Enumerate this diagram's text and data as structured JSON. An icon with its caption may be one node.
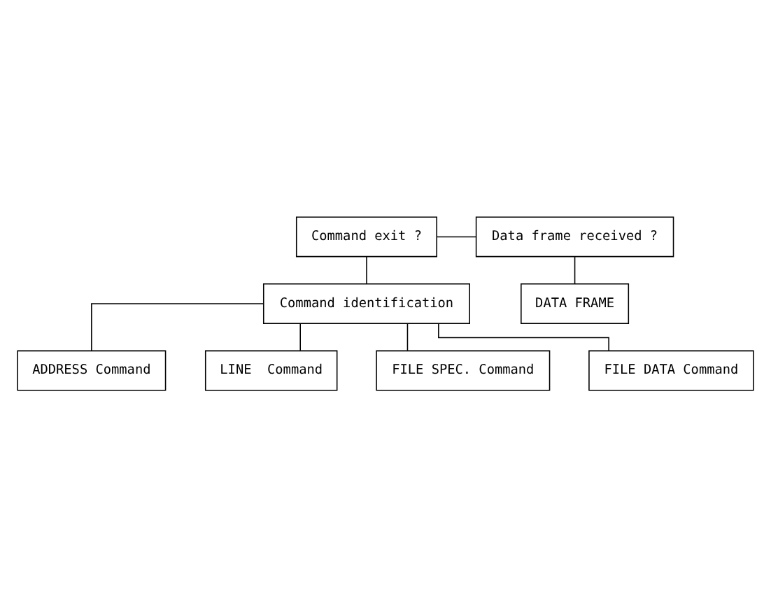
{
  "diagram": {
    "nodes": [
      {
        "text": [
          "Command exit ?"
        ]
      },
      {
        "text": [
          "Data frame received ?"
        ]
      },
      {
        "text": [
          "Command identification"
        ]
      },
      {
        "text": [
          "DATA FRAME"
        ]
      },
      {
        "text": [
          "ADDRESS Command"
        ]
      },
      {
        "text": [
          "LINE  Command"
        ]
      },
      {
        "text": [
          "FILE SPEC. Command"
        ]
      },
      {
        "text": [
          "FILE DATA Command"
        ]
      }
    ],
    "edges": [
      {
        "from": 0,
        "to": 1,
        "arrow": "none"
      },
      {
        "from": 0,
        "to": 2,
        "arrow": "none"
      },
      {
        "from": 1,
        "to": 3,
        "arrow": "none"
      },
      {
        "from": 2,
        "to": 4,
        "arrow": "none"
      },
      {
        "from": 2,
        "to": 5,
        "arrow": "none"
      },
      {
        "from": 2,
        "to": 6,
        "arrow": "none"
      },
      {
        "from": 2,
        "to": 7,
        "arrow": "none"
      }
    ]
  }
}
